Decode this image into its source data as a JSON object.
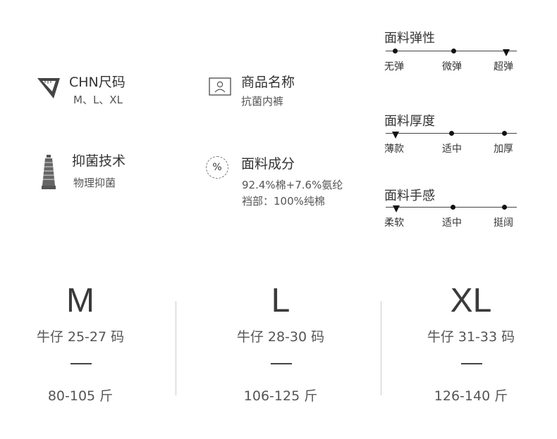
{
  "attributes": {
    "size": {
      "title": "CHN尺码",
      "value": "M、L、XL",
      "icon": "triangle-ruler-icon"
    },
    "product": {
      "title": "商品名称",
      "value": "抗菌内裤",
      "icon": "portrait-icon"
    },
    "technology": {
      "title": "抑菌技术",
      "value": "物理抑菌",
      "icon": "thread-spool-icon"
    },
    "composition": {
      "title": "面料成分",
      "value": "92.4%棉+7.6%氨纶",
      "value2": "裆部：100%纯棉",
      "icon": "percent-icon",
      "icon_text": "%"
    }
  },
  "scales": [
    {
      "title": "面料弹性",
      "labels": [
        "无弹",
        "微弹",
        "超弹"
      ],
      "selected_index": 2
    },
    {
      "title": "面料厚度",
      "labels": [
        "薄款",
        "适中",
        "加厚"
      ],
      "selected_index": 0
    },
    {
      "title": "面料手感",
      "labels": [
        "柔软",
        "适中",
        "挺阔"
      ],
      "selected_index": 0
    }
  ],
  "sizes": [
    {
      "letter": "M",
      "jeans": "牛仔 25-27 码",
      "dash": "—",
      "weight": "80-105 斤"
    },
    {
      "letter": "L",
      "jeans": "牛仔 28-30 码",
      "dash": "—",
      "weight": "106-125 斤"
    },
    {
      "letter": "XL",
      "jeans": "牛仔 31-33 码",
      "dash": "—",
      "weight": "126-140 斤"
    }
  ]
}
